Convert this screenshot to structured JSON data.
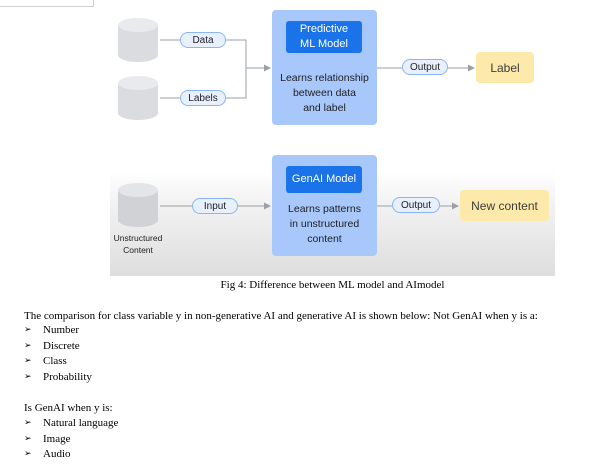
{
  "figure": {
    "top": {
      "input1": "Data",
      "input2": "Labels",
      "model_title": "Predictive\nML Model",
      "model_desc": "Learns relationship\nbetween data\nand label",
      "output_pill": "Output",
      "result": "Label"
    },
    "bottom": {
      "source_label": "Unstructured\nContent",
      "input": "Input",
      "model_title": "GenAI Model",
      "model_desc": "Learns patterns\nin unstructured\ncontent",
      "output_pill": "Output",
      "result": "New content"
    }
  },
  "caption": "Fig 4: Difference between ML model and AImodel",
  "paragraph1": "The comparison for class variable y in non-generative AI and generative AI is shown below: Not GenAI when y is a:",
  "list1": [
    "Number",
    "Discrete",
    "Class",
    "Probability"
  ],
  "paragraph2": "Is GenAI when y is:",
  "list2": [
    "Natural language",
    "Image",
    "Audio"
  ],
  "colors": {
    "model_box": "#a8c7fa",
    "model_title": "#1a73e8",
    "pill": "#e8f0fe",
    "result": "#fde9a9",
    "database": "#dadce0"
  }
}
